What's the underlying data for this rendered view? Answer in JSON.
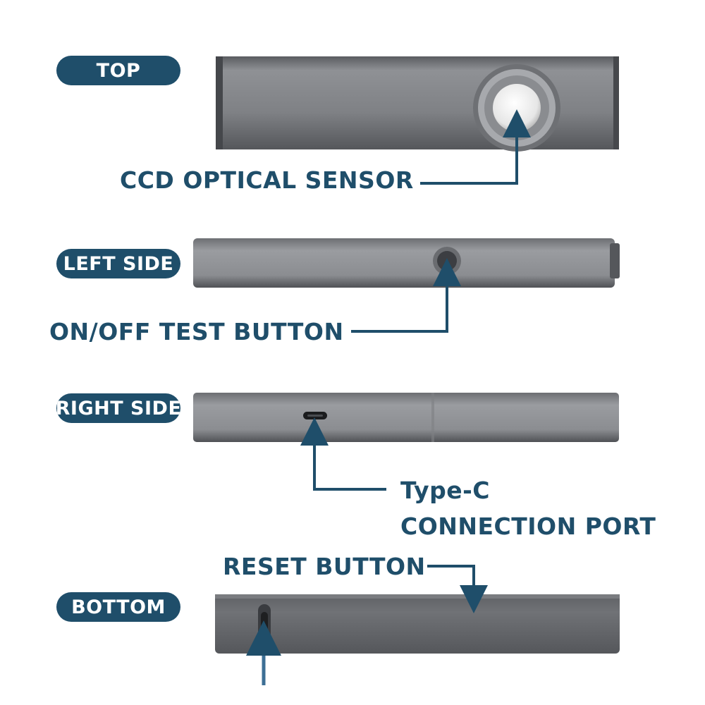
{
  "views": [
    {
      "label": "TOP"
    },
    {
      "label": "LEFT SIDE"
    },
    {
      "label": "RIGHT SIDE"
    },
    {
      "label": "BOTTOM"
    }
  ],
  "callouts": {
    "ccd": "CCD OPTICAL SENSOR",
    "onoff": "ON/OFF TEST BUTTON",
    "typec_line1": "Type-C",
    "typec_line2": "CONNECTION PORT",
    "reset": "RESET BUTTON"
  },
  "colors": {
    "accent": "#1f4e6a",
    "device_light": "#8a8c90",
    "device_dark": "#4c4e52"
  }
}
